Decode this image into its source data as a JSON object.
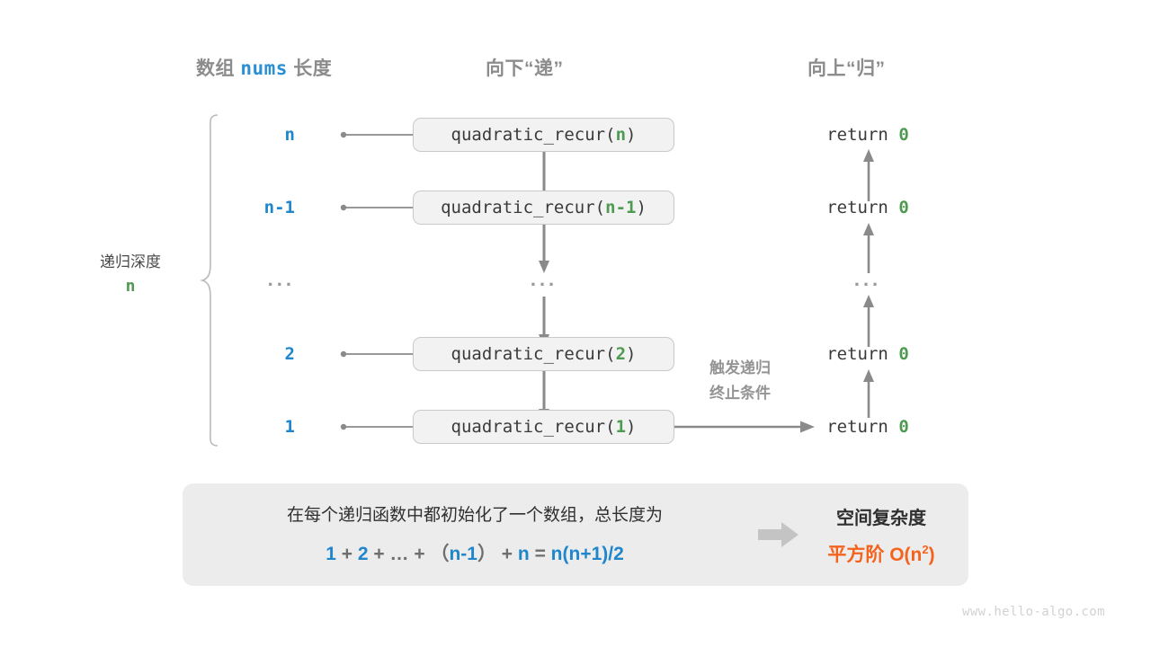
{
  "headers": {
    "left_prefix": "数组",
    "left_code": "nums",
    "left_suffix": "长度",
    "middle": "向下“递”",
    "right": "向上“归”"
  },
  "depth_caption": {
    "label": "递归深度",
    "value": "n"
  },
  "rows": [
    {
      "depth": "n",
      "call_prefix": "quadratic_recur(",
      "call_arg": "n",
      "call_suffix": ")",
      "ret_prefix": "return ",
      "ret_value": "0"
    },
    {
      "depth": "n-1",
      "call_prefix": "quadratic_recur(",
      "call_arg": "n-1",
      "call_suffix": ")",
      "ret_prefix": "return ",
      "ret_value": "0"
    },
    {
      "depth": "...",
      "call_prefix": "...",
      "call_arg": "",
      "call_suffix": "",
      "ret_prefix": "...",
      "ret_value": ""
    },
    {
      "depth": "2",
      "call_prefix": "quadratic_recur(",
      "call_arg": "2",
      "call_suffix": ")",
      "ret_prefix": "return ",
      "ret_value": "0"
    },
    {
      "depth": "1",
      "call_prefix": "quadratic_recur(",
      "call_arg": "1",
      "call_suffix": ")",
      "ret_prefix": "return ",
      "ret_value": "0"
    }
  ],
  "base_note": {
    "line1": "触发递归",
    "line2": "终止条件"
  },
  "summary": {
    "text": "在每个递归函数中都初始化了一个数组，总长度为",
    "formula": {
      "t1": "1",
      "op1": "+",
      "t2": "2",
      "op2": "+",
      "t3": "…",
      "op3": "+",
      "p_open": "（",
      "t4": "n-1",
      "p_close": "）",
      "op4": "+",
      "t5": "n",
      "eq": "=",
      "result": "n(n+1)/2"
    },
    "title": "空间复杂度",
    "value_prefix": "平方阶  O(n",
    "value_sup": "2",
    "value_suffix": ")"
  },
  "watermark": "www.hello-algo.com",
  "colors": {
    "blue": "#1f86cc",
    "green": "#4e9a51",
    "orange": "#f4631e",
    "gray_text": "#8c8c8c",
    "panel_bg": "#ececec",
    "box_bg": "#f2f2f2",
    "connector": "#8a8a8a"
  }
}
